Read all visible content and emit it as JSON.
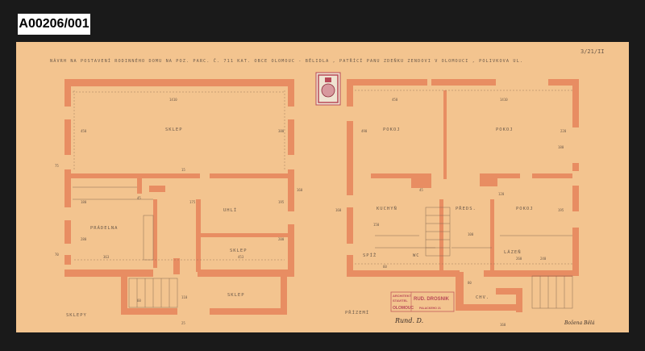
{
  "archive_id": "A00206/001",
  "sheet": {
    "header": "NÁVRH NA POSTAVENÍ RODINNÉHO DOMU NA POZ. PARC. Č. 711 KAT. OBCE OLOMOUC - BĚLIDLA , PATŘÍCÍ PANU ZDEŇKU ZENDOVI V OLOMOUCI , POLIVKOVA UL.",
    "corner_note": "3/21/II",
    "left_plan": {
      "title": "SKLEPY",
      "rooms": [
        "SKLEP",
        "PRÁDELNA",
        "UHLÍ",
        "SKLEP",
        "SKLEP"
      ],
      "dims": [
        "1410",
        "450",
        "380",
        "363",
        "453",
        "180",
        "195",
        "280",
        "200",
        "75",
        "160",
        "45",
        "175",
        "15",
        "60",
        "25",
        "110",
        "70"
      ]
    },
    "right_plan": {
      "title": "PŘÍZEMÍ",
      "rooms": [
        "POKOJ",
        "POKOJ",
        "KUCHYŇ",
        "PŘEDS.",
        "POKOJ",
        "SPÍŽ",
        "WC",
        "LÁZEŇ",
        "CHV."
      ],
      "dims": [
        "450",
        "1410",
        "490",
        "220",
        "180",
        "195",
        "120",
        "240",
        "160",
        "150",
        "45",
        "100",
        "260",
        "60",
        "80",
        "160"
      ]
    },
    "stamp": {
      "line1": "ARCHITEKT",
      "line2": "STAVITEL",
      "line3": "RUD. DROSNIK",
      "line4": "OLOMOUC",
      "line5": "PALACKEHO 21"
    },
    "signatures": [
      "Rund. D.",
      "Božena Bělá"
    ]
  }
}
